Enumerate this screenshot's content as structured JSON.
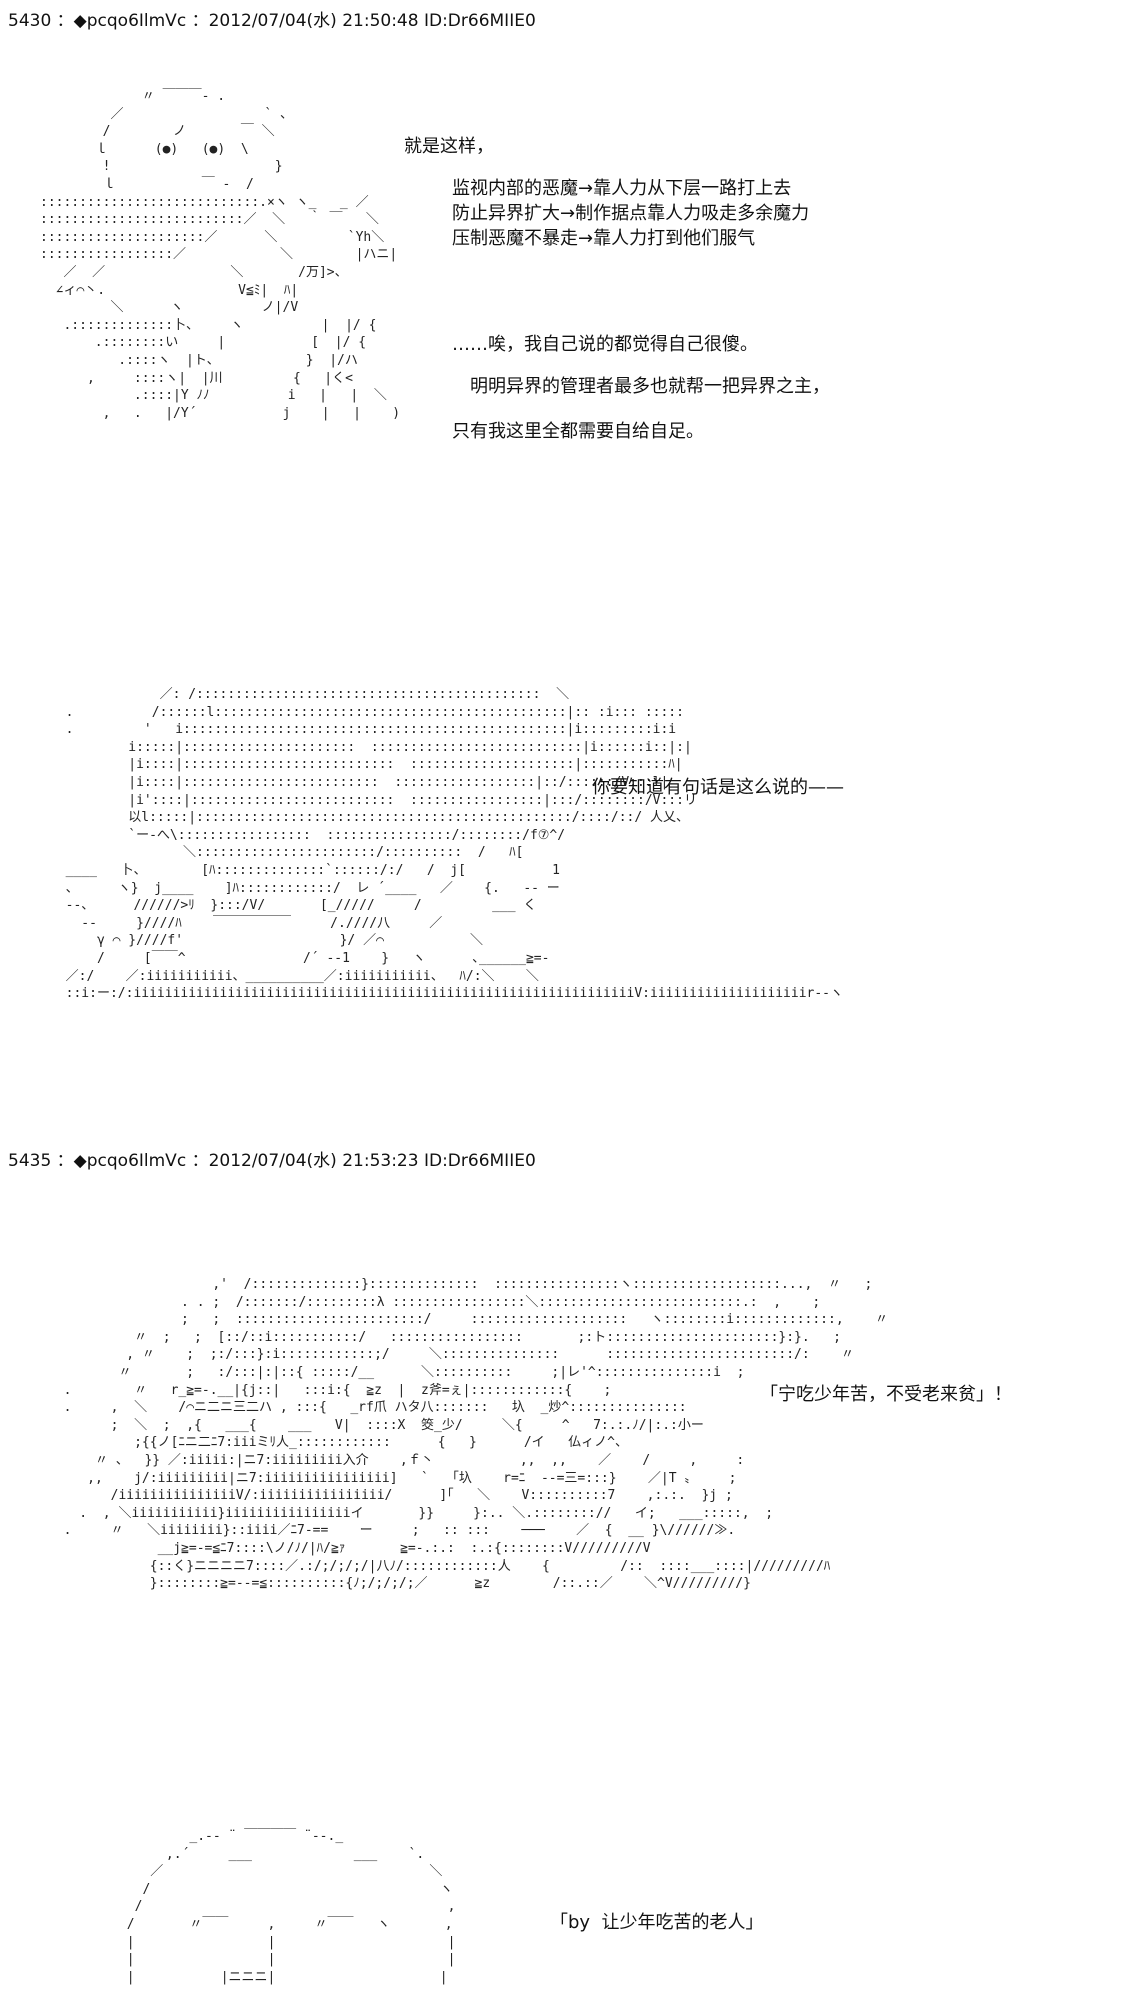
{
  "post1": {
    "header": "5430 ：◆pcqo6IlmVc ：2012/07/04(水) 21:50:48 ID:Dr66MIIE0",
    "aa_figure_1": "             〃 ￣￣￣‐ .\n         ／                  ` 、\n        /        ノ       ￣ ＼\n       ｌ      (●)   (●)  \\\n        !                     }\n        ｌ           ￣ ‐  /\n::::::::::::::::::::::::::::.×ヽ ヽ_   _ ／\n::::::::::::::::::::::::::／  ＼   ｀ ￣   ＼\n:::::::::::::::::::::／      ＼         `Yh＼\n:::::::::::::::::／            ＼        |ハニ|\n   ／  ／                ＼       /万]>、\n  ∠ィ⌒丶.                 V≦ﾐ|  ﾊ|\n         ＼      ヽ          ノ|/V\n   .:::::::::::::卜、    ヽ          |  |/ {\n       .::::::::い     |           [  |/ {\n          .::::ヽ  |ト、           }  |/ハ\n      ,     ::::ヽ|  |川         {   |く<\n            .::::|Y ﾉﾉ          i   |   |  ＼\n        ,   .   |/Y´           j    |   |    )",
    "lines": [
      "就是这样，",
      "监视内部的恶魔→靠人力从下层一路打上去",
      "防止异界扩大→制作据点靠人力吸走多余魔力",
      "压制恶魔不暴走→靠人力打到他们服气",
      "……唉，我自己说的都觉得自己很傻。",
      "明明异界的管理者最多也就帮一把异界之主，",
      "只有我这里全都需要自给自足。",
      "你要知道有句话是这么说的——"
    ],
    "aa_figure_2": "              ／: /::::::::::::::::::::::::::::::::::::::::::::  ＼\n  .          /::::::l:::::::::::::::::::::::::::::::::::::::::::::|:: :i::: :::::\n  .         '   i:::::::::::::::::::::::::::::::::::::::::::::::::|i:::::::::i:i\n          i:::::|::::::::::::::::::::::  :::::::::::::::::::::::::::|i::::::i::|:|\n          |i::::|:::::::::::::::::::::::::::  :::::::::::::::::::::|:::::::::::ﾊ|\n          |i::::|:::::::::::::::::::::::::  ::::::::::::::::::|::/::::::/V:::l|\n          |i'::::|::::::::::::::::::::::::::  :::::::::::::::::|:::/::::::::/V:::リ\n          以l:::::|::::::::::::::::::::::::::::::::::::::::::::::::/::::/::/ 人乂、\n          `ー-へ\\:::::::::::::::::  ::::::::::::::::/::::::::/f⑦^/\n                 ＼:::::::::::::::::::::::/::::::::::  /   ﾊ[\n  ____   卜、       [ﾊ::::::::::::::`::::::/:/   /  j[           1\n  、     ヽ}  j____    ]ﾊ::::::::::::/  レ ´____   ／    {.   -- ー\n  -‐、     //////>ﾘ  }:::/V/       [_/////     /         ___ く\n    ‐‐     }////ﾊ    ￣￣￣￣￣￣     /.////八     ／\n      γ ⌒ }////f'                    }/ ／⌒           ＼\n      /     [￣￣^               /´ ‐-1    }   ヽ      ､______≧=-\n  ／:/    ／:iiiiiiiiiii、__________／:iiiiiiiiiii、  ﾊ/:＼    ＼\n  ::i:ー:/:iiiiiiiiiiiiiiiiiiiiiiiiiiiiiiiiiiiiiiiiiiiiiiiiiiiiiiiiiiiiiiiiV:iiiiiiiiiiiiiiiiiiiir--ヽ"
  },
  "post2": {
    "header": "5435 ：◆pcqo6IlmVc ：2012/07/04(水) 21:53:23 ID:Dr66MIIE0",
    "aa_figure_3": "                     ,'  /::::::::::::::}::::::::::::::  ::::::::::::::::ヽ:::::::::::::::::::...,  〃   ;\n                 . . ;  /:::::::/:::::::::λ :::::::::::::::::＼::::::::::::::::::::::::::.:  ,    ;\n                 ;   ;  ::::::::::::::::::::::::/     ::::::::::::::::::::   ヽ::::::::i:::::::::::::,    〃\n           〃  ;   ;  [::/::i:::::::::::/   :::::::::::::::::       ;:ト::::::::::::::::::::::}:}.   ;\n          , 〃    ;  ;:/:::}:i::::::::::::;/     ＼:::::::::::::::      ::::::::::::::::::::::::/:    〃\n         〃       ;   :/:::|:|::{ :::::/__      ＼::::::::::     ;|レ'^:::::::::::::::i  ;\n  .        〃   r_≧=-.__|{j::|   :::i:{  ≧z  |  z斧=ぇ|::::::::::::{    ;\n  .     ,  ＼    /⌒ニ二ニ三二ハ , :::{   _rf爪 ハタ八:::::::   圦  _炒^:::::::::::::::\n        ;  ＼  ;  ,{   ___{    ___   V|  ::::X  筊_少/     ＼{     ^   7:.:.ﾉ/|:.:小ー\n           ;{{ノ[ﾆニ二ﾆ7:iiiミﾘ人_::::::::::::      {   }      /イ   仏ィノ^、\n      〃 、  }} ／:iiiii:|ニ7:iiiiiiiii入介    ,ｆ丶           ,,  ,,    ／    /     ,     :\n     ,,    j/:iiiiiiiii|ニ7:iiiiiiiiiiiiiiii]   `   ｢圦    r=ﾆ  --=三=:::}    ／|T 〟    ;\n        /iiiiiiiiiiiiiiiV/:iiiiiiiiiiiiiiii/      ]｢   ＼    V::::::::::7    ,:.:.  }j ;\n    .  , ＼iiiiiiiiiii}iiiiiiiiiiiiiiiiイ       }}     }:.. ＼.:::::::://   イ;   ___:::::,  ;\n  .     〃   ＼iiiiiiii}::iiii／ﾆ7-==    ー     ;   :: :::    ───    ／  {  __ }\\//////≫.\n              __j≧=-=≦ﾆ7::::\\ノ/ﾉ/|ﾊ/≧ｧ       ≧=-.:.:  :.:{::::::::V/////////V\n             {::く}ニニニニ7::::／.:/;/;/;/|八ﾉ/::::::::::::人    {         /::  ::::___::::|/////////ﾊ\n             }::::::::≧=-‐=≦::::::::::{ﾉ;/;/;/;／      ≧z        /::.::／    ＼^V/////////}",
    "lines": [
      "「宁吃少年苦，不受老来贫」！",
      "「by  让少年吃苦的老人」"
    ],
    "aa_figure_4": "               _.-‐ ¨ ￣￣￣￣ ¨‐-._\n            ,.´     ___             ___    `.\n          ／                                  ＼\n         /                                     ヽ\n        /                                       ,\n       /       〃￣￣     ,     〃￣￣   ヽ       ,\n       |                 |                      |\n       |                 |                      |\n       |           |ニニニ|                     |"
  }
}
